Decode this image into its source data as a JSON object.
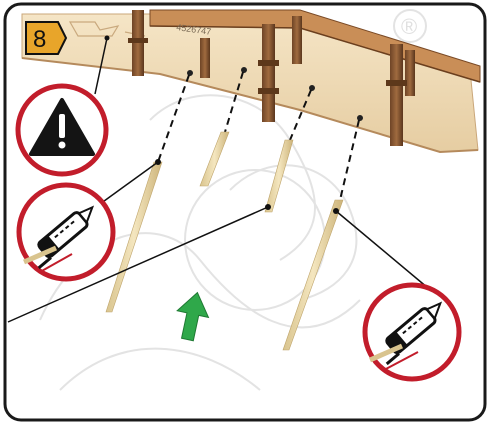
{
  "step": {
    "number": "8"
  },
  "part_code": "4526747",
  "watermark": {
    "registered": "®"
  },
  "colors": {
    "wood_light": "#f1dcb8",
    "wood_dark": "#8a5a33",
    "frame_border": "#1a1a1a",
    "badge_fill": "#e8a52a",
    "callout_red": "#c21d2b",
    "warning_black": "#141414",
    "arrow_green": "#2fa84a",
    "toothpick": "#e9d8a8"
  },
  "icons": [
    "warning-icon",
    "utility-knife-icon",
    "utility-knife-icon",
    "up-arrow-icon"
  ],
  "callouts": [
    {
      "id": "warning",
      "icon": "warning-icon"
    },
    {
      "id": "cut-left",
      "icon": "utility-knife-icon"
    },
    {
      "id": "cut-right",
      "icon": "utility-knife-icon"
    }
  ]
}
